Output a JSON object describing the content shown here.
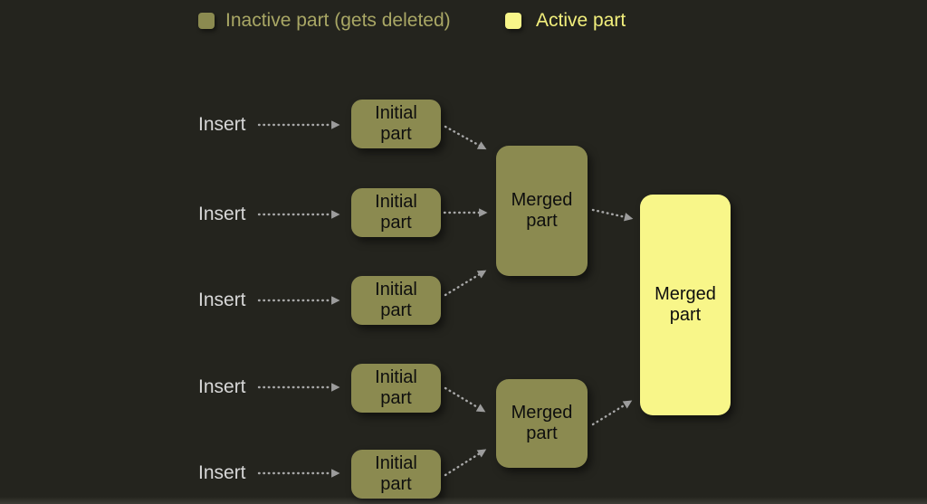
{
  "legend": {
    "inactive_label": "Inactive part (gets deleted)",
    "active_label": "Active part"
  },
  "inserts": [
    "Insert",
    "Insert",
    "Insert",
    "Insert",
    "Insert"
  ],
  "nodes": {
    "initial_parts": [
      "Initial part",
      "Initial part",
      "Initial part",
      "Initial part",
      "Initial part"
    ],
    "merged_inactive_parts": [
      "Merged part",
      "Merged part"
    ],
    "merged_active_part": "Merged part"
  },
  "colors": {
    "background": "#24241e",
    "inactive_fill": "#8b8a50",
    "active_fill": "#f8f689",
    "inactive_legend_text": "#a9a765",
    "active_legend_text": "#f2ef7c",
    "insert_label_text": "#d8d8d8",
    "node_text": "#0e0e0e",
    "arrow": "#a8a8a8"
  }
}
